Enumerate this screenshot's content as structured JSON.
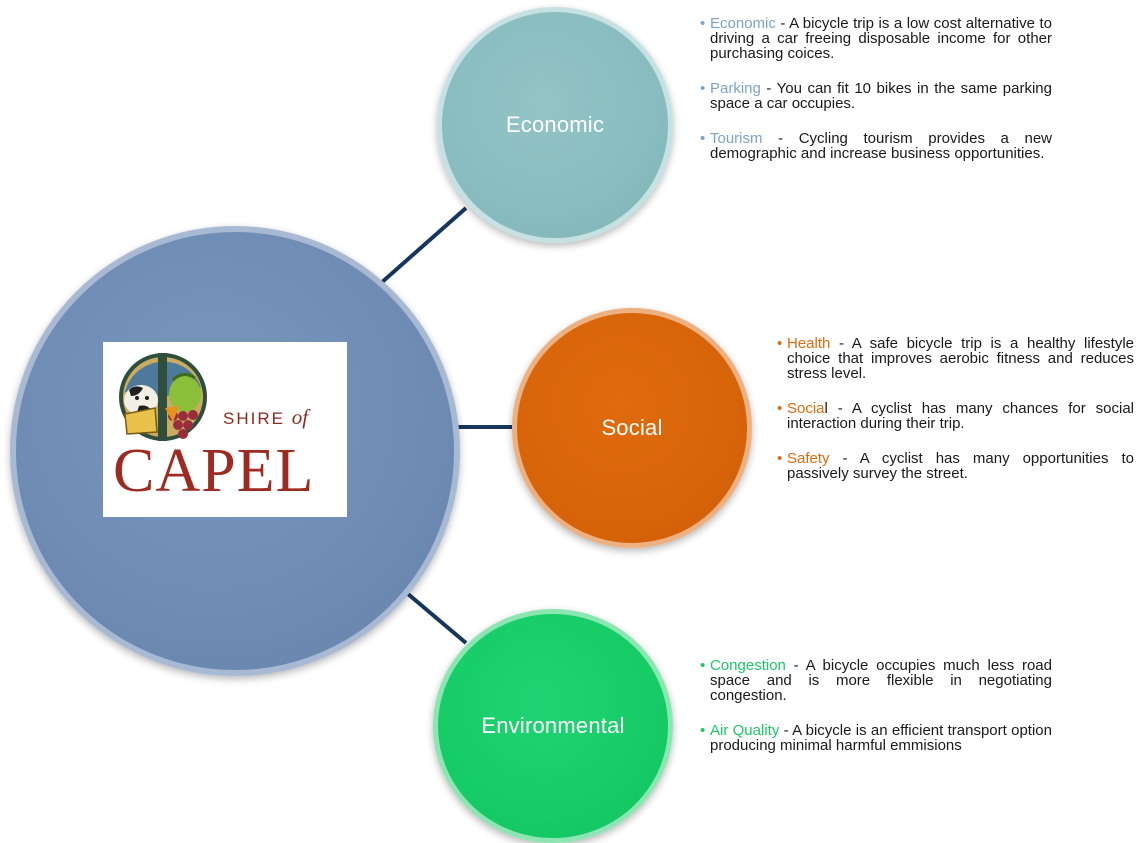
{
  "colors": {
    "connector": "#17365d",
    "main_circle": "#6f8cb4",
    "economic": "#88bcbf",
    "social": "#d8640a",
    "environmental": "#16cc67"
  },
  "logo": {
    "shire_text": "SHIRE",
    "of_text": "of",
    "name_text": "CAPEL"
  },
  "nodes": {
    "economic": {
      "label": "Economic",
      "bullets": [
        {
          "term": "Economic",
          "term_tail": "",
          "text": " - A bicycle trip is a low cost alternative to driving a car freeing disposable income for other purchasing coices."
        },
        {
          "term": "Parking",
          "term_tail": "",
          "text": " - You can fit 10 bikes in the same parking space a car occupies."
        },
        {
          "term": "Tourism",
          "term_tail": "",
          "text": " - Cycling tourism provides a new demographic and increase business opportunities."
        }
      ]
    },
    "social": {
      "label": "Social",
      "bullets": [
        {
          "term": "Health",
          "term_tail": "",
          "text": " - A safe bicycle trip is a healthy lifestyle choice that improves aerobic fitness and reduces stress level."
        },
        {
          "term": "Socia",
          "term_tail": "l",
          "text": " - A cyclist has many chances for social interaction during their trip."
        },
        {
          "term": "Safety",
          "term_tail": "",
          "text": " - A cyclist has many opportunities to passively survey the street."
        }
      ]
    },
    "environmental": {
      "label": "Environmental",
      "bullets": [
        {
          "term": "Congestion",
          "term_tail": "",
          "text": " - A bicycle occupies much less road space and is more flexible in negotiating congestion."
        },
        {
          "term": "Air Quality",
          "term_tail": "",
          "text": " - A bicycle is an efficient transport option producing minimal harmful emmisions"
        }
      ]
    }
  }
}
